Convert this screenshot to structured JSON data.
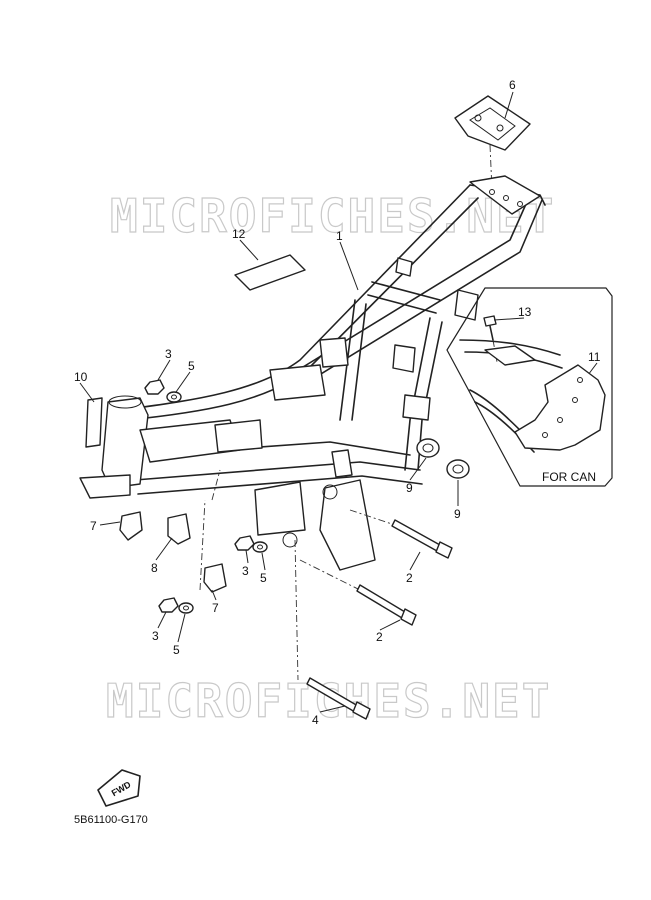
{
  "watermark": "MICROFICHES.NET",
  "diagram_code": "5B61100-G170",
  "inset_label": "FOR CAN",
  "fwd_label": "FWD",
  "callouts": [
    "1",
    "2",
    "2",
    "3",
    "3",
    "3",
    "4",
    "5",
    "5",
    "5",
    "6",
    "7",
    "7",
    "8",
    "9",
    "9",
    "10",
    "11",
    "12",
    "13"
  ]
}
